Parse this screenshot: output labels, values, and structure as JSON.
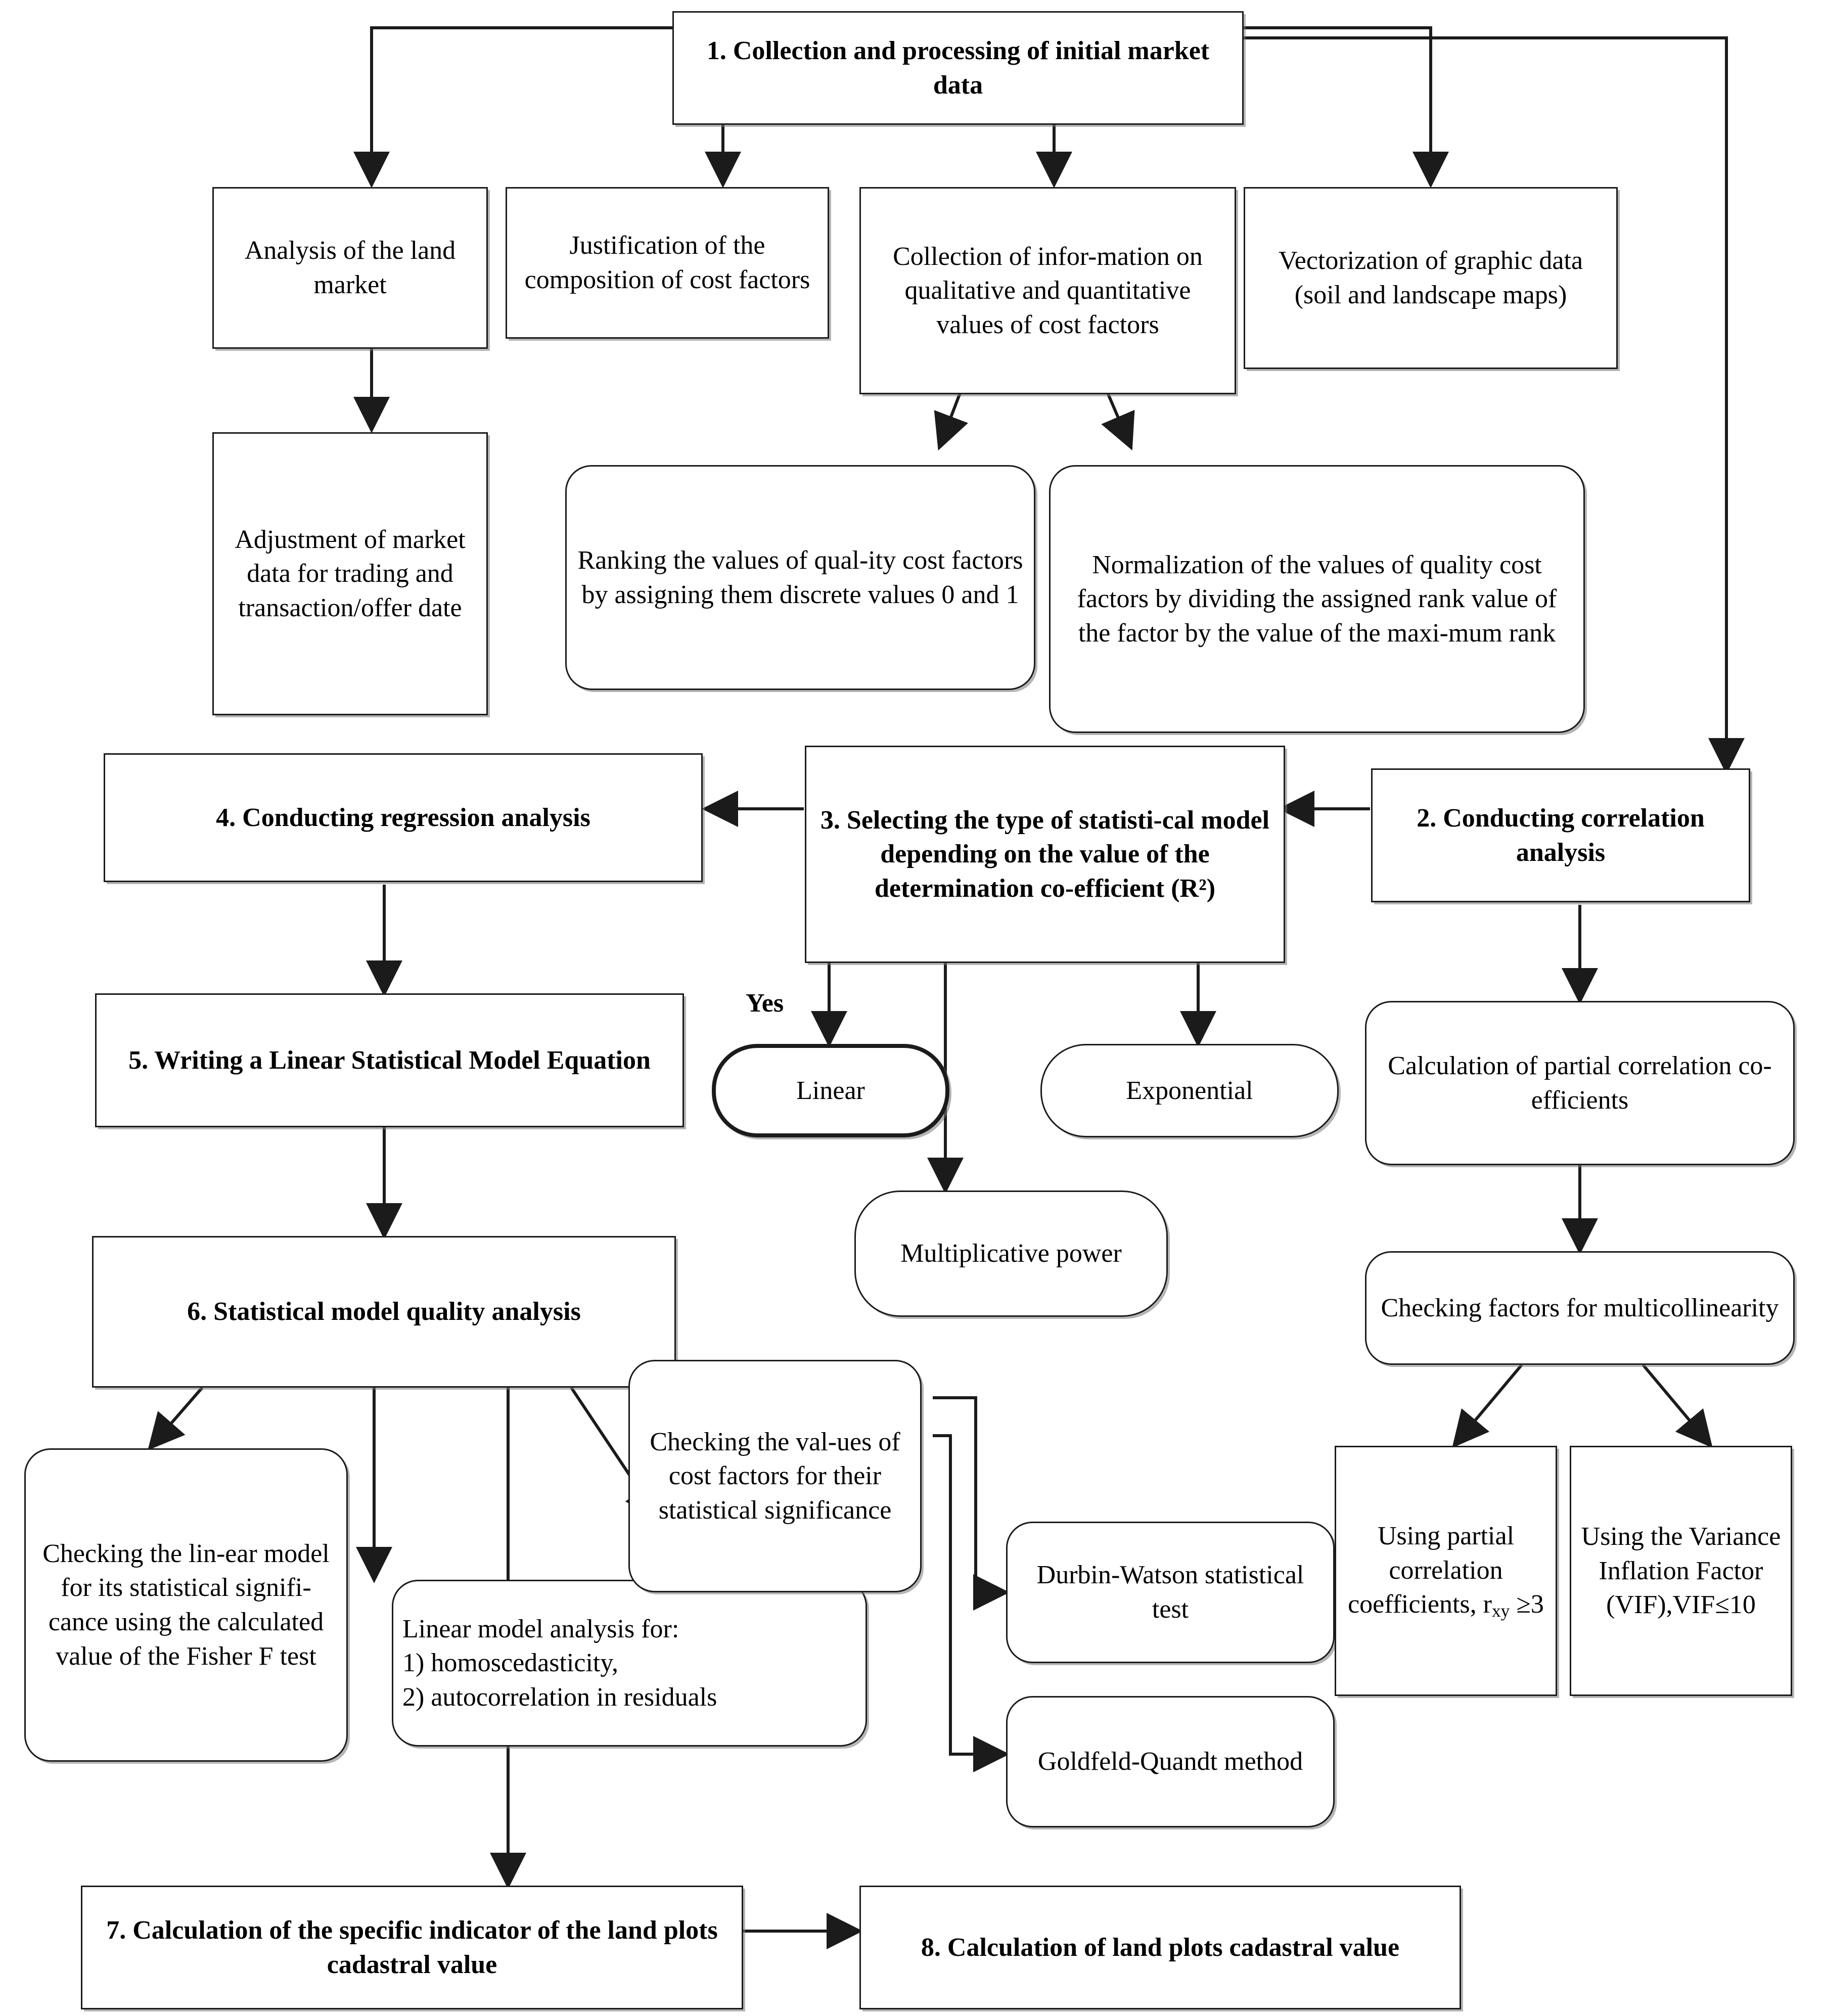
{
  "diagram": {
    "title": "Methodology flowchart for land plots cadastral valuation",
    "type": "flowchart",
    "edge_label_yes": "Yes"
  },
  "nodes": {
    "n1": {
      "label": "1. Collection and processing of initial market data"
    },
    "n_analysis": {
      "label": "Analysis of the land market"
    },
    "n_justification": {
      "label": "Justification of the composition of cost factors"
    },
    "n_collection": {
      "label": "Collection of    infor-mation on qualitative and quantitative values of cost factors"
    },
    "n_vectorization": {
      "label": "Vectorization of graphic data (soil and landscape maps)"
    },
    "n_adjustment": {
      "label": "Adjustment of market data for trading and transaction/offer date"
    },
    "n_ranking": {
      "label": "Ranking the values of qual-ity cost factors by assigning them discrete values 0 and 1"
    },
    "n_normalization": {
      "label": "Normalization of the values of quality cost factors by dividing the assigned rank value of the factor by the value of the maxi-mum rank"
    },
    "n4": {
      "label": "4. Conducting regression analysis"
    },
    "n3": {
      "label": "3. Selecting the type of statisti-cal model depending on the value of the determination co-efficient (R²)"
    },
    "n2": {
      "label": "2. Conducting correlation analysis"
    },
    "n5": {
      "label": "5. Writing a Linear   Statistical Model Equation"
    },
    "n_linear": {
      "label": "Linear"
    },
    "n_exponential": {
      "label": "Exponential"
    },
    "n_multiplicative": {
      "label": "Multiplicative power"
    },
    "n_partial_corr": {
      "label": "Calculation of partial correlation co-efficients"
    },
    "n_multicoll": {
      "label": "Checking factors for multicollinearity"
    },
    "n6": {
      "label": "6. Statistical model quality analysis"
    },
    "n_fisher": {
      "label": "Checking the lin-ear model for its statistical signifi-cance using the calculated value of the Fisher F test"
    },
    "n_linmodel": {
      "label": "Linear model analysis for:\n1) homoscedasticity,\n2) autocorrelation in residuals"
    },
    "n_costsig": {
      "label": "Checking the val-ues of cost factors for their statistical significance"
    },
    "n_durbin": {
      "label": "Durbin-Watson statistical test"
    },
    "n_goldfeld": {
      "label": "Goldfeld-Quandt method"
    },
    "n_usingpartial": {
      "label": "Using partial correlation coefficients, r",
      "sub": "xy",
      "tail": " ≥3"
    },
    "n_usingvif": {
      "label": "Using the Variance Inflation Factor (VIF),VIF≤10"
    },
    "n7": {
      "label": "7. Calculation of the specific indicator of the land plots cadastral value"
    },
    "n8": {
      "label": "8. Calculation of land plots cadastral value"
    }
  },
  "colors": {
    "stroke": "#1b1b1b",
    "fill": "#ffffff",
    "shadow": "#787878",
    "text": "#000000"
  }
}
